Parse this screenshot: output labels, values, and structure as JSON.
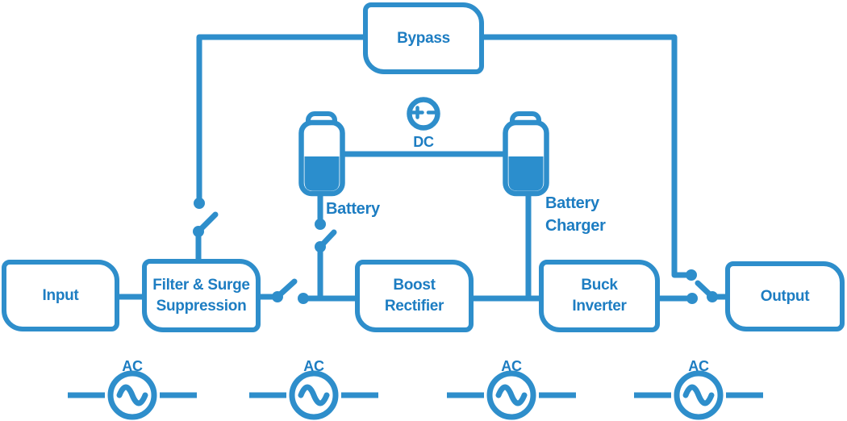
{
  "diagram": {
    "blocks": {
      "bypass": {
        "lines": [
          "Bypass"
        ]
      },
      "input": {
        "lines": [
          "Input"
        ]
      },
      "filter": {
        "lines": [
          "Filter & Surge",
          "Suppression"
        ]
      },
      "boost": {
        "lines": [
          "Boost",
          "Rectifier"
        ]
      },
      "buck": {
        "lines": [
          "Buck",
          "Inverter"
        ]
      },
      "output": {
        "lines": [
          "Output"
        ]
      }
    },
    "labels": {
      "battery": "Battery",
      "battery_charger": "Battery\nCharger",
      "dc": "DC",
      "ac": "AC"
    },
    "icons": [
      "battery-icon",
      "battery-charger-icon",
      "dc-source-icon",
      "ac-source-icon",
      "open-switch-icon",
      "transfer-switch-icon"
    ],
    "colors": {
      "line": "#2e8ecb",
      "text": "#1d7dc2",
      "battery_fill": "#2b8ecd",
      "background": "#ffffff"
    }
  }
}
